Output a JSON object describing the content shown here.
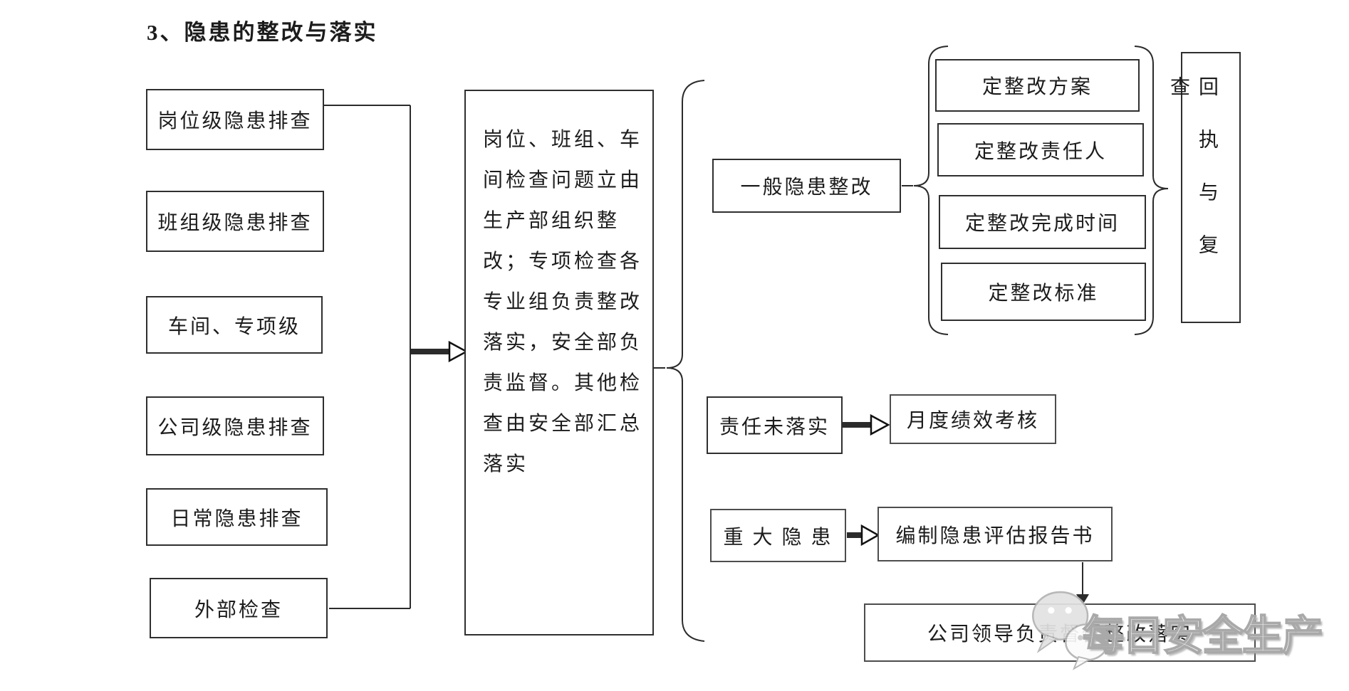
{
  "title": "3、隐患的整改与落实",
  "left_column": {
    "items": [
      {
        "label": "岗位级隐患排查"
      },
      {
        "label": "班组级隐患排查"
      },
      {
        "label": "车间、专项级"
      },
      {
        "label": "公司级隐患排查"
      },
      {
        "label": "日常隐患排查"
      },
      {
        "label": "外部检查"
      }
    ]
  },
  "process_note": {
    "text": "岗位、班组、车\n间检查问题立由\n生产部组织整\n改；专项检查各\n专业组负责整改\n落实，安全部负\n责监督。其他检\n查由安全部汇总\n落实"
  },
  "general_branch": {
    "label": "一般隐患整改",
    "steps": [
      {
        "label": "定整改方案"
      },
      {
        "label": "定整改责任人"
      },
      {
        "label": "定整改完成时间"
      },
      {
        "label": "定整改标准"
      }
    ],
    "result": "回执与复查"
  },
  "unfulfilled_branch": {
    "label": "责任未落实",
    "result": "月度绩效考核"
  },
  "major_branch": {
    "label": "重 大 隐 患",
    "report": "编制隐患评估报告书",
    "final": "公司领导负责督促整改落实"
  },
  "watermark": {
    "text": "每日安全生产",
    "icon": "wechat-icon"
  },
  "colors": {
    "line": "#2b2b2b",
    "box_border": "#2f2f2f",
    "heavy_border": "#4d4d4d",
    "watermark_gray": "#a9a9a9",
    "background": "#ffffff"
  }
}
